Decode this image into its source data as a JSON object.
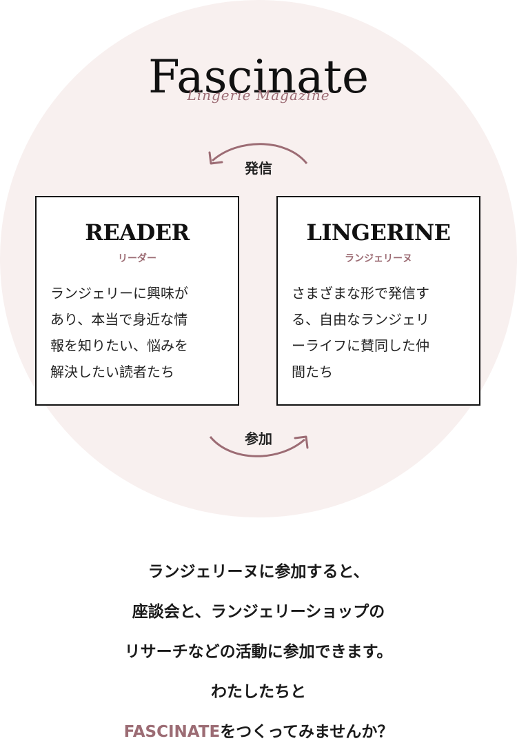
{
  "logo": {
    "title": "Fascinate",
    "subtitle": "Lingerie Magazine"
  },
  "cycle": {
    "top_label": "発信",
    "bottom_label": "参加"
  },
  "cards": {
    "reader": {
      "title": "READER",
      "subtitle": "リーダー",
      "lines": [
        "ランジェリーに興味が",
        "あり、本当で身近な情",
        "報を知りたい、悩みを",
        "解決したい読者たち"
      ]
    },
    "lingerine": {
      "title": "LINGERINE",
      "subtitle": "ランジェリーヌ",
      "lines": [
        "さまざまな形で発信す",
        "る、自由なランジェリ",
        "ーライフに賛同した仲",
        "間たち"
      ]
    }
  },
  "message": {
    "line1": "ランジェリーヌに参加すると、",
    "line2": "座談会と、ランジェリーショップの",
    "line3": "リサーチなどの活動に参加できます。",
    "line4": "わたしたちと",
    "line5_accent": "FASCINATE",
    "line5_rest": "をつくってみませんか？"
  },
  "colors": {
    "accent": "#9c6c74",
    "circle_bg": "#f8f0ef",
    "border": "#111111"
  }
}
